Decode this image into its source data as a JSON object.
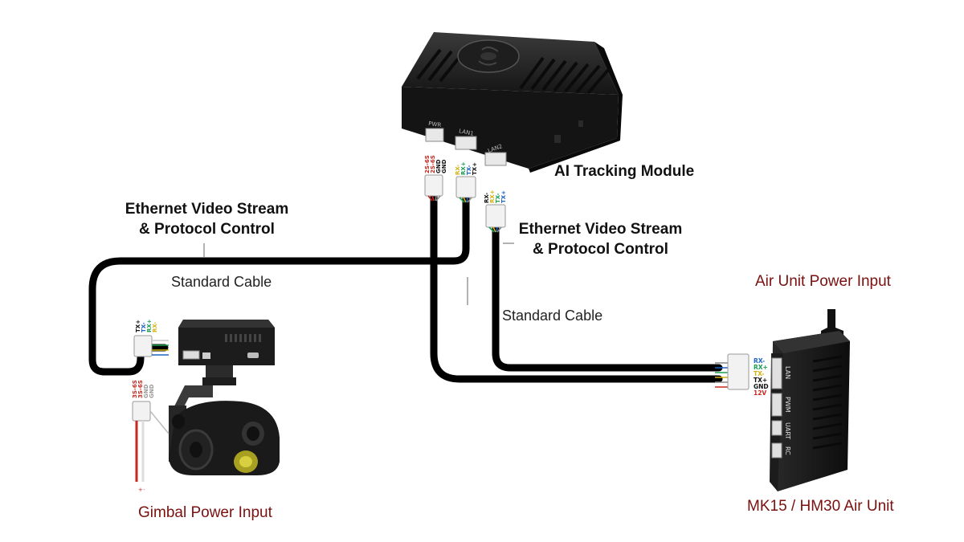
{
  "labels": {
    "ai_module": "AI Tracking Module",
    "eth_left_line1": "Ethernet Video Stream",
    "eth_left_line2": "& Protocol Control",
    "eth_right_line1": "Ethernet Video Stream",
    "eth_right_line2": "& Protocol Control",
    "std_cable_left": "Standard Cable",
    "std_cable_right": "Standard Cable",
    "air_unit_power": "Air Unit Power Input",
    "gimbal_power": "Gimbal Power Input",
    "air_unit": "MK15 / HM30 Air Unit"
  },
  "module_ports": {
    "pwr": "PWR",
    "lan1": "LAN1",
    "lan2": "LAN2",
    "pwr_pins": [
      "2S-6S",
      "2S-6S",
      "GND",
      "GND"
    ],
    "lan1_pins": [
      "RX-",
      "RX+",
      "TX-",
      "TX+"
    ],
    "lan2_pins": [
      "RX-",
      "RX+",
      "TX-",
      "TX+"
    ]
  },
  "gimbal_pins": {
    "eth": [
      "TX+",
      "TX-",
      "RX+",
      "RX-"
    ],
    "power": [
      "3S-6S",
      "3S-6S",
      "GND",
      "GND"
    ]
  },
  "air_unit": {
    "pins": [
      "RX-",
      "RX+",
      "TX-",
      "TX+",
      "GND",
      "12V"
    ],
    "ports": [
      "LAN",
      "PWM",
      "UART",
      "RC"
    ]
  },
  "colors": {
    "cable": "#000000",
    "device": "#1a1a1a",
    "label_red": "#7a1010",
    "wire_red": "#c8281e",
    "wire_green": "#19a050",
    "wire_blue": "#1e64c8",
    "wire_yellow": "#d2b414"
  }
}
